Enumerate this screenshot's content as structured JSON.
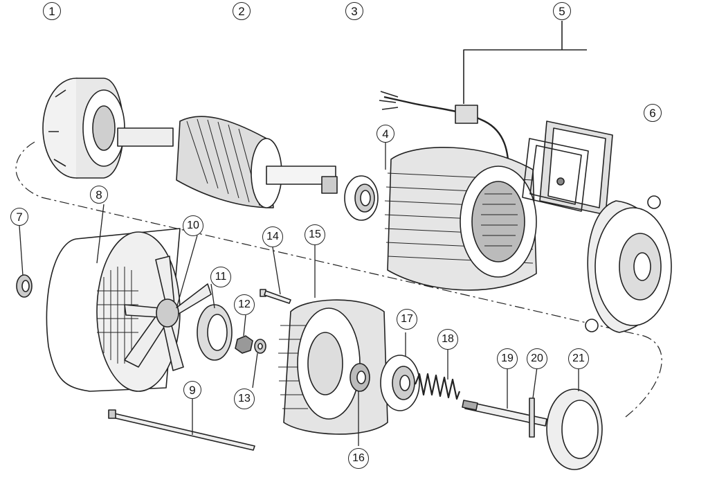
{
  "diagram": {
    "type": "exploded-view",
    "colors": {
      "line": "#222222",
      "fill": "#ffffff",
      "shade": "#d9d9d9",
      "dark": "#555555"
    },
    "callouts": [
      "1",
      "2",
      "3",
      "5",
      "6",
      "4",
      "7",
      "8",
      "10",
      "11",
      "14",
      "15",
      "12",
      "13",
      "9",
      "17",
      "18",
      "19",
      "20",
      "21",
      "16"
    ]
  }
}
